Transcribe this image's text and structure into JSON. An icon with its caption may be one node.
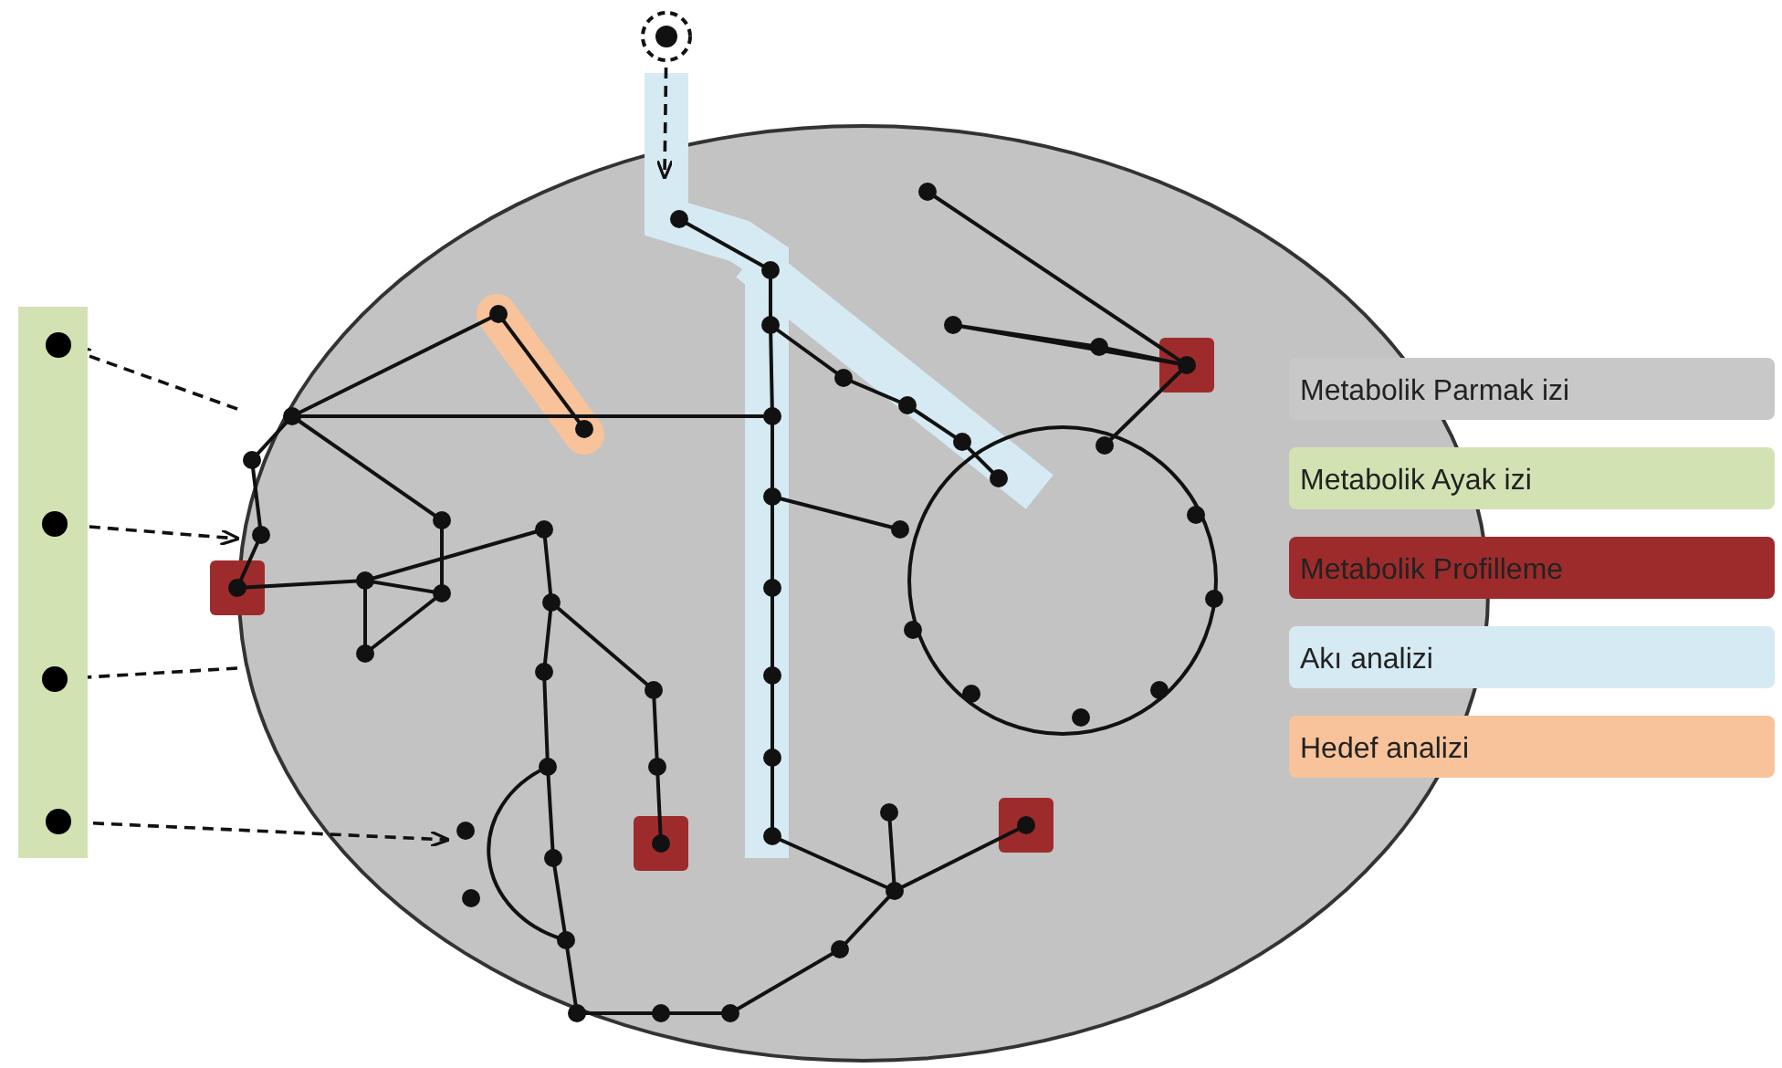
{
  "diagram": {
    "nodes": [
      {
        "text": [],
        "shape": "circle"
      },
      {
        "text": [],
        "shape": "circle"
      },
      {
        "text": [],
        "shape": "bar"
      },
      {
        "text": [],
        "shape": "circle",
        "in": 2
      },
      {
        "text": [],
        "shape": "circle",
        "in": 2
      },
      {
        "text": [],
        "shape": "circle",
        "in": 2
      },
      {
        "text": [],
        "shape": "circle",
        "in": 2
      }
    ],
    "edges": [
      {
        "from": 1,
        "to": 0,
        "arrow": "to",
        "style": "dashed"
      },
      {
        "from": 0,
        "to": 3,
        "arrow": "to",
        "style": "dashed"
      },
      {
        "from": 4,
        "to": 0,
        "arrow": "to",
        "style": "dashed"
      },
      {
        "from": 0,
        "to": 5,
        "arrow": "to",
        "style": "dashed"
      },
      {
        "from": 6,
        "to": 0,
        "arrow": "to",
        "style": "dashed"
      }
    ],
    "legend": [
      {
        "text": "Metabolik Parmak izi",
        "color": "#c8c8c8"
      },
      {
        "text": "Metabolik Ayak izi",
        "color": "#d3e2b3"
      },
      {
        "text": "Metabolik Profilleme",
        "color": "#9e2b2b"
      },
      {
        "text": "Akı analizi",
        "color": "#d5eaf3"
      },
      {
        "text": "Hedef analizi",
        "color": "#f8c39a"
      }
    ]
  }
}
